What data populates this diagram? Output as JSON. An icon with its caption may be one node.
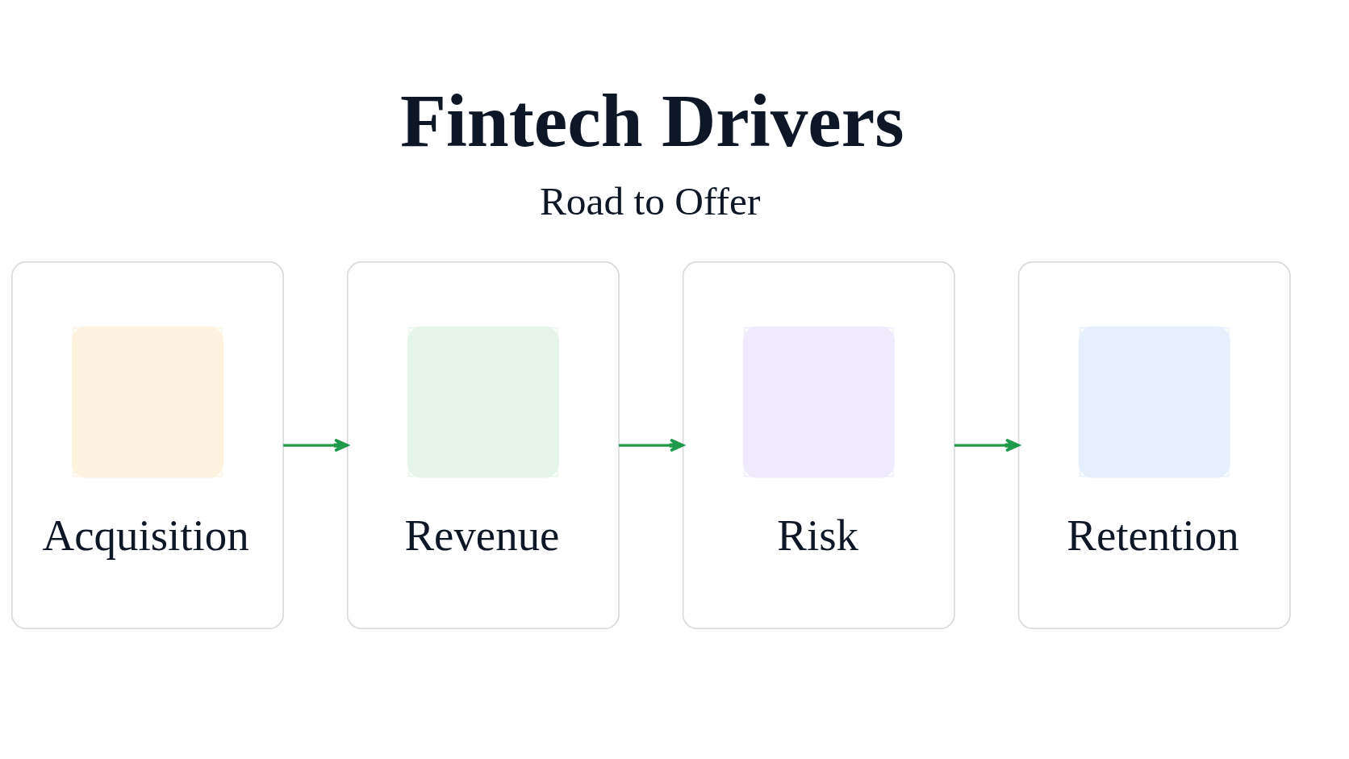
{
  "diagram": {
    "title": "Fintech Drivers",
    "nodes": [
      {
        "text": [
          "Acquisition"
        ]
      },
      {
        "text": [
          "Revenue"
        ]
      },
      {
        "text": [
          "Risk"
        ]
      },
      {
        "text": [
          "Retention"
        ]
      }
    ],
    "edges": [
      {
        "from": 0,
        "to": 1,
        "arrow": "to"
      },
      {
        "from": 1,
        "to": 2,
        "arrow": "to"
      },
      {
        "from": 2,
        "to": 3,
        "arrow": "to"
      }
    ],
    "labels": [
      "Road to Offer"
    ]
  }
}
